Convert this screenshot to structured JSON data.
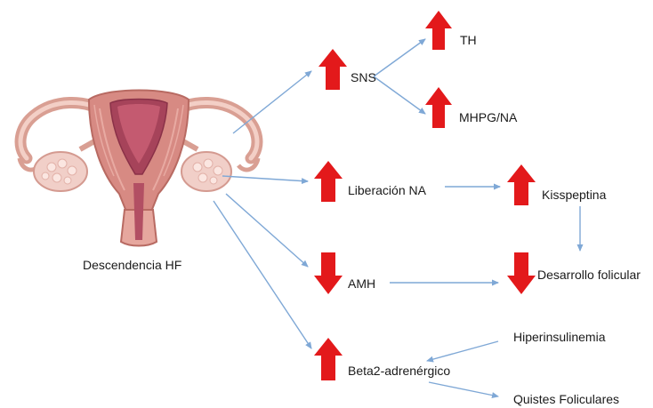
{
  "diagram": {
    "colors": {
      "arrow_up": "#e3191b",
      "arrow_down": "#e3191b",
      "connector": "#7fa8d6",
      "text": "#1a1a1a",
      "uterus_tissue": "#d78a83",
      "uterus_inner": "#a6435a",
      "ovary": "#f1cfc8"
    },
    "source": {
      "label": "Descendencia HF",
      "icon": "uterus-ovaries-illustration"
    },
    "nodes": {
      "sns": {
        "label": "SNS",
        "direction": "up"
      },
      "th": {
        "label": "TH",
        "direction": "up"
      },
      "mhpg": {
        "label": "MHPG/NA",
        "direction": "up"
      },
      "liberacion": {
        "label": "Liberación NA",
        "direction": "up"
      },
      "kisspeptina": {
        "label": "Kisspeptina",
        "direction": "up"
      },
      "amh": {
        "label": "AMH",
        "direction": "down"
      },
      "desarrollo": {
        "label": "Desarrollo folicular",
        "direction": "down"
      },
      "beta2": {
        "label": "Beta2-adrenérgico",
        "direction": "up"
      },
      "hiperinsulinemia": {
        "label": "Hiperinsulinemia"
      },
      "quistes": {
        "label": "Quistes Foliculares"
      }
    }
  }
}
